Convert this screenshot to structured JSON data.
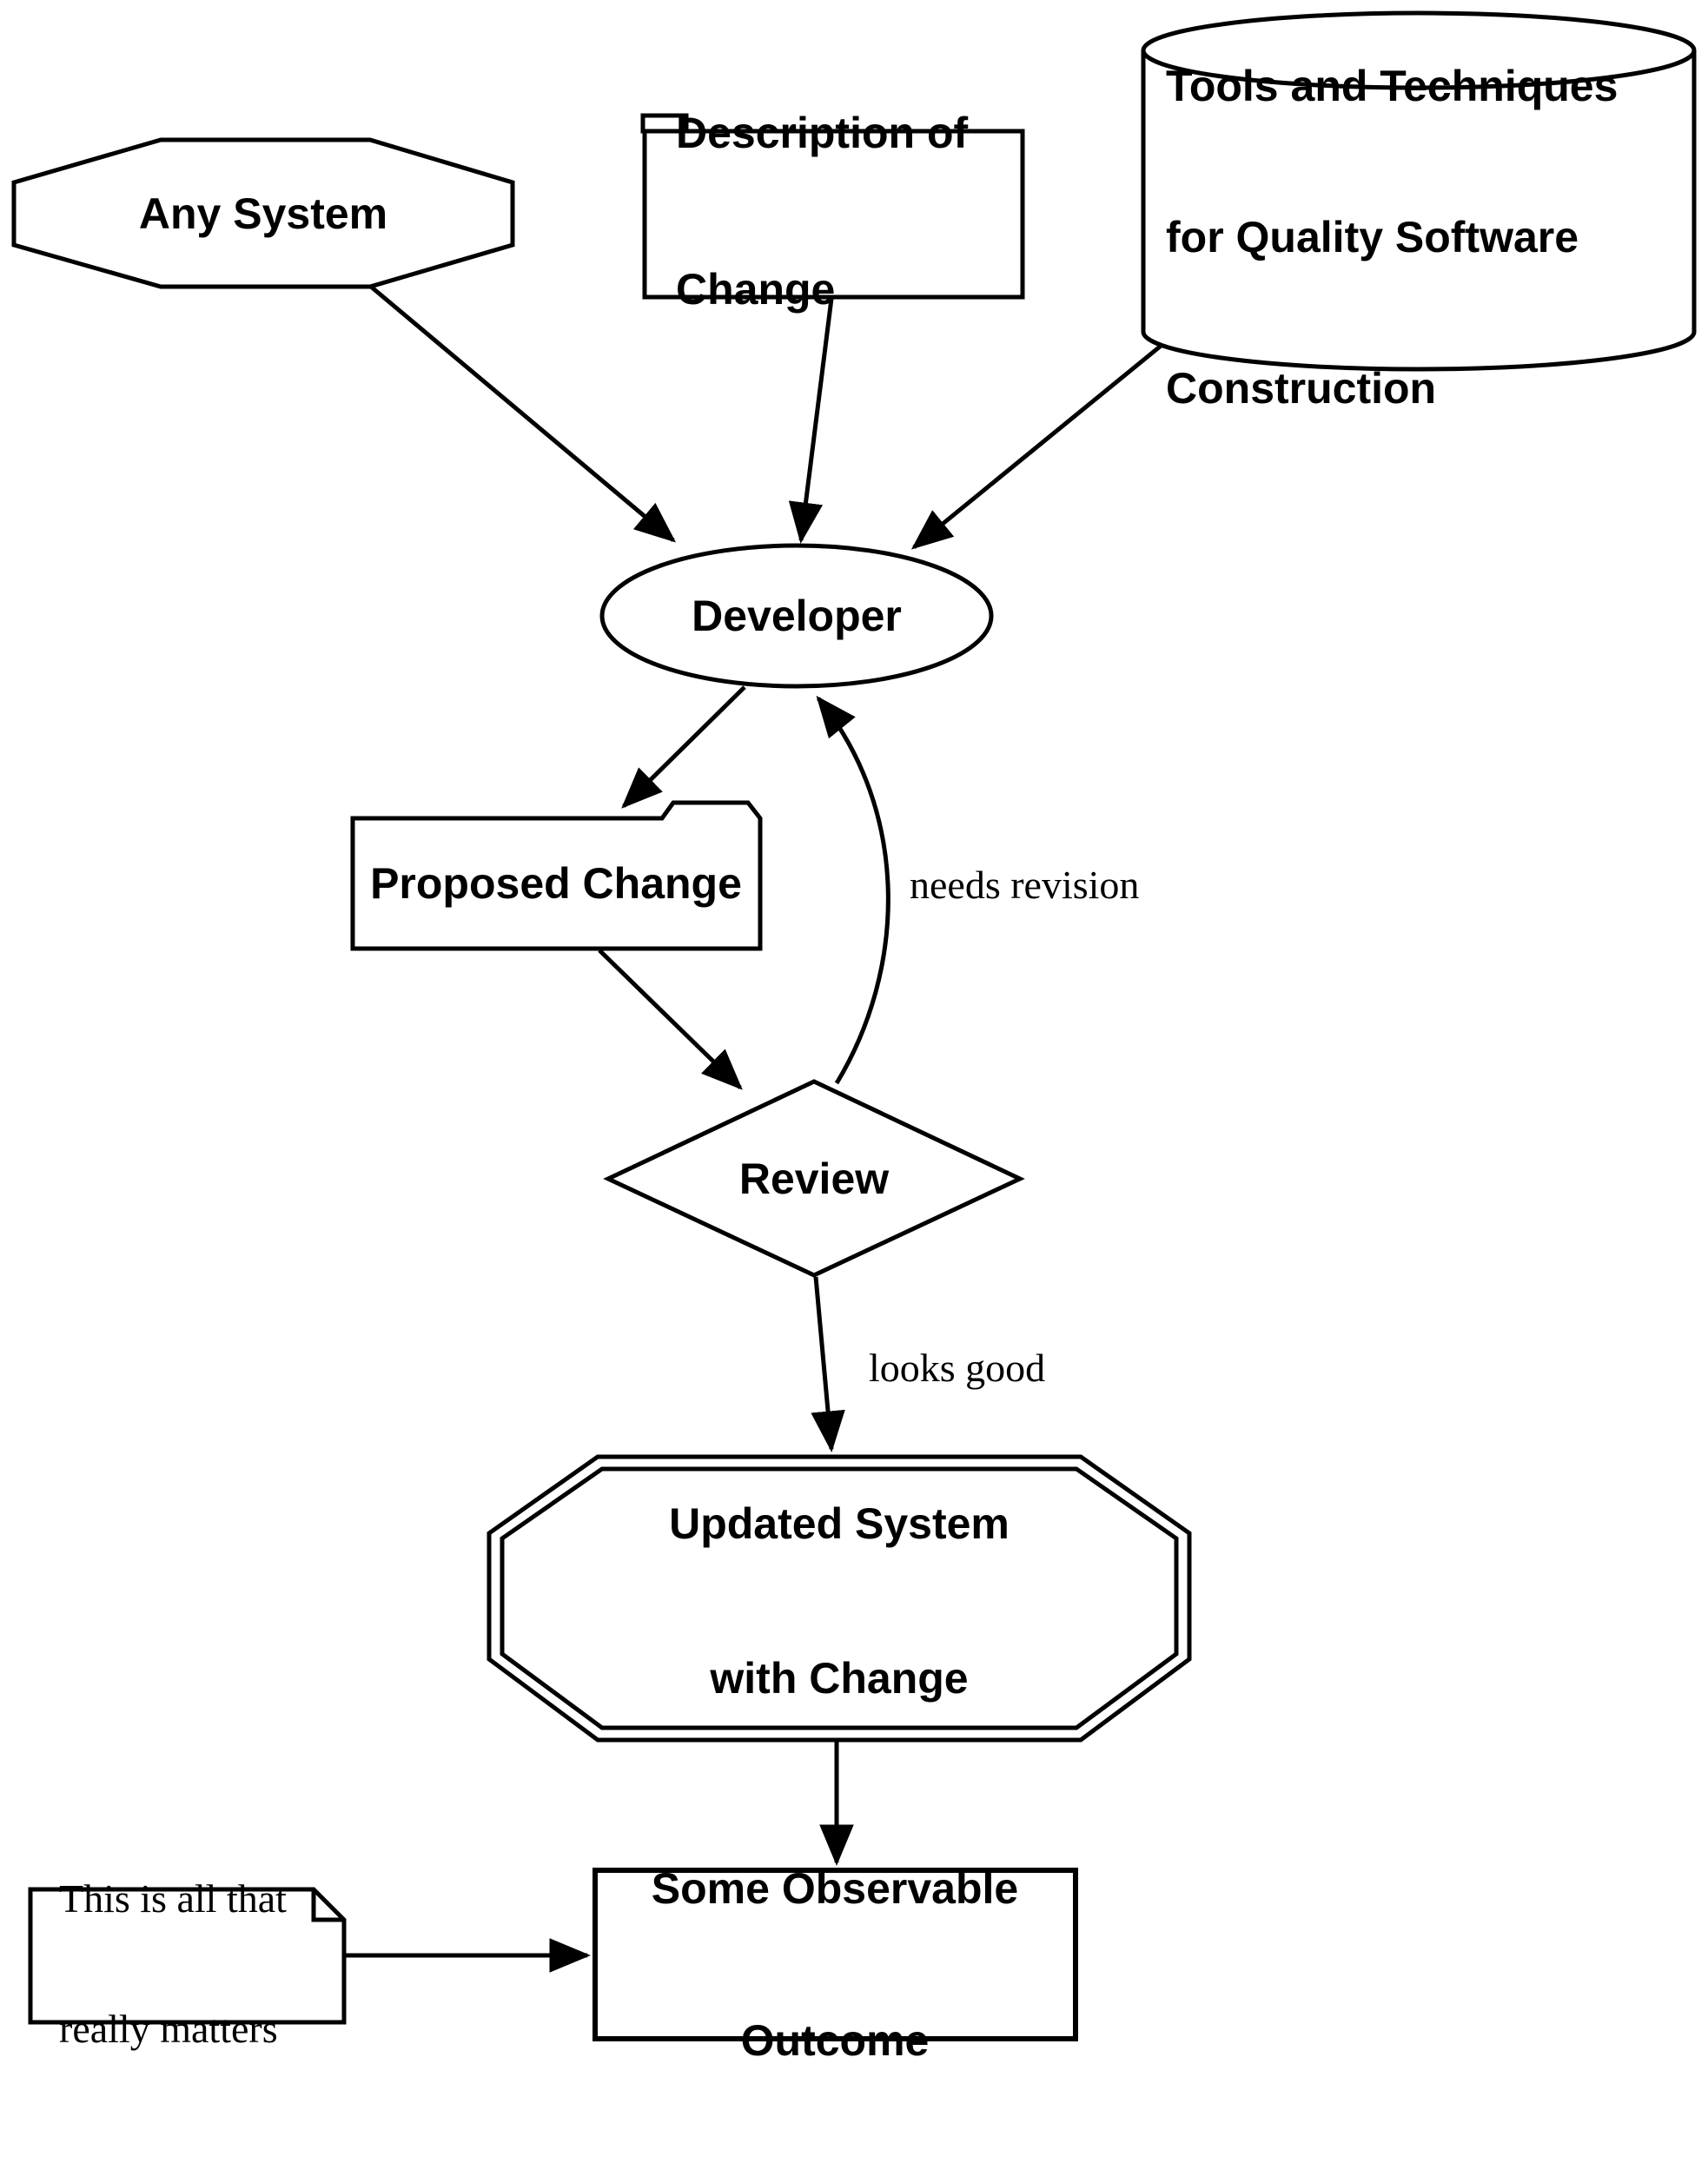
{
  "diagram": {
    "title": "software change process flowchart",
    "colors": {
      "background": "#ffffff",
      "stroke": "#000000",
      "text": "#000000"
    },
    "nodes": {
      "any_system": {
        "shape": "octagon",
        "label": "Any System"
      },
      "description_of_change": {
        "shape": "tab",
        "lines": [
          "Description of",
          "Change"
        ]
      },
      "tools_and_techniques": {
        "shape": "cylinder",
        "lines": [
          "Tools and Techniques",
          "for Quality Software",
          "Construction"
        ]
      },
      "developer": {
        "shape": "ellipse",
        "label": "Developer"
      },
      "proposed_change": {
        "shape": "folder",
        "label": "Proposed Change"
      },
      "review": {
        "shape": "diamond",
        "label": "Review"
      },
      "updated_system": {
        "shape": "doubleoctagon",
        "lines": [
          "Updated System",
          "with Change"
        ]
      },
      "some_observable_outcome": {
        "shape": "box",
        "lines": [
          "Some Observable",
          "Outcome"
        ]
      },
      "note": {
        "shape": "note",
        "lines": [
          "This is all that",
          "really matters"
        ]
      }
    },
    "edge_labels": {
      "needs_revision": "needs revision",
      "looks_good": "looks good"
    }
  }
}
